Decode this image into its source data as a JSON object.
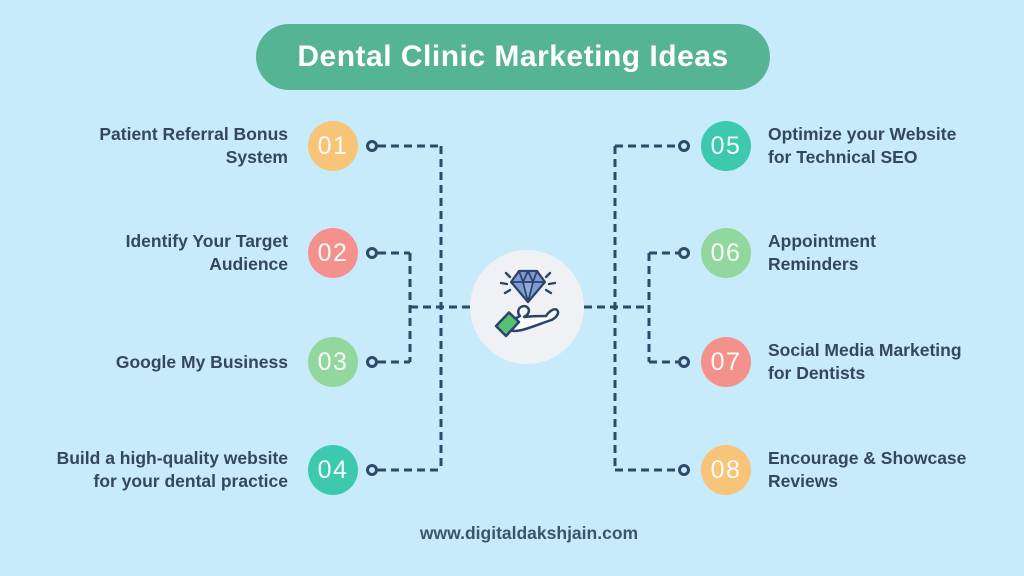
{
  "title": "Dental Clinic Marketing Ideas",
  "footer": {
    "website": "www.digitaldakshjain.com"
  },
  "center_icon": "diamond-in-hand",
  "colors": {
    "background": "#c7ebfb",
    "title_pill": "#55b493",
    "title_text": "#ffffff",
    "item_text": "#33475e",
    "connector_line": "#2d4a68",
    "badge_background": "#eff1f4",
    "orange": "#f7c478",
    "pink": "#f5918c",
    "green": "#92d79e",
    "teal": "#3dc9ae",
    "diamond_blue": "#7f9bd4",
    "cuff_green": "#56c173"
  },
  "items": [
    {
      "number": "01",
      "side": "left",
      "color": "#f7c478",
      "label": "Patient Referral Bonus System",
      "lines": [
        "Patient Referral Bonus",
        "System"
      ]
    },
    {
      "number": "02",
      "side": "left",
      "color": "#f5918c",
      "label": "Identify Your Target Audience",
      "lines": [
        "Identify Your Target",
        "Audience"
      ]
    },
    {
      "number": "03",
      "side": "left",
      "color": "#92d79e",
      "label": "Google My Business",
      "lines": [
        "Google My Business"
      ]
    },
    {
      "number": "04",
      "side": "left",
      "color": "#3dc9ae",
      "label": "Build a high-quality website for your dental practice",
      "lines": [
        "Build a high-quality website",
        "for your dental practice"
      ]
    },
    {
      "number": "05",
      "side": "right",
      "color": "#3dc9ae",
      "label": "Optimize your Website for Technical SEO",
      "lines": [
        "Optimize your Website",
        "for Technical SEO"
      ]
    },
    {
      "number": "06",
      "side": "right",
      "color": "#92d79e",
      "label": "Appointment Reminders",
      "lines": [
        "Appointment",
        "Reminders"
      ]
    },
    {
      "number": "07",
      "side": "right",
      "color": "#f5918c",
      "label": "Social Media Marketing for Dentists",
      "lines": [
        "Social Media Marketing",
        "for Dentists"
      ]
    },
    {
      "number": "08",
      "side": "right",
      "color": "#f7c478",
      "label": "Encourage & Showcase Reviews",
      "lines": [
        "Encourage & Showcase",
        "Reviews"
      ]
    }
  ]
}
